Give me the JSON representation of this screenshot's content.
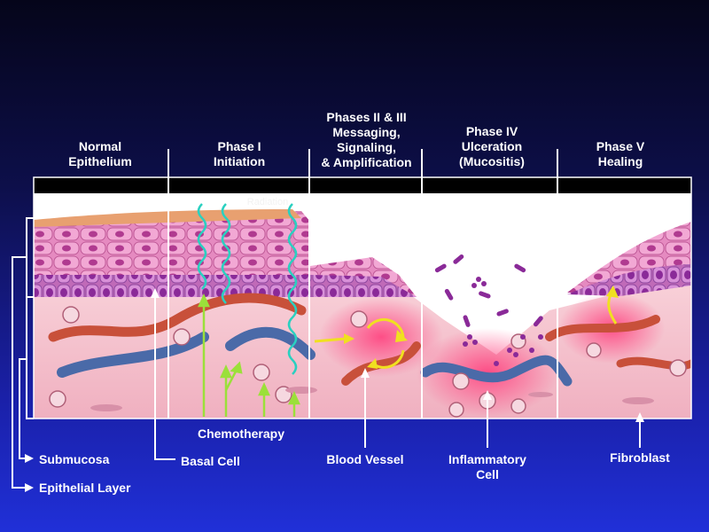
{
  "phases": [
    {
      "line1": "Normal",
      "line2": "Epithelium",
      "line3": ""
    },
    {
      "line1": "Phase I",
      "line2": "Initiation",
      "line3": ""
    },
    {
      "line1": "Phases  II & III",
      "line2": "Messaging,",
      "line3": "Signaling,",
      "line4": "& Amplification"
    },
    {
      "line1": "Phase IV",
      "line2": "Ulceration",
      "line3": "(Mucositis)"
    },
    {
      "line1": "Phase V",
      "line2": "Healing",
      "line3": ""
    }
  ],
  "labels": {
    "chemotherapy": "Chemotherapy",
    "submucosa": "Submucosa",
    "epithelial_layer": "Epithelial Layer",
    "basal_cell": "Basal Cell",
    "blood_vessel": "Blood Vessel",
    "inflammatory_cell_line1": "Inflammatory",
    "inflammatory_cell_line2": "Cell",
    "fibroblast": "Fibroblast",
    "radiation_faint": "Radiation"
  },
  "colors": {
    "background_top": "#05051a",
    "background_bottom": "#2030d8",
    "epithelium": "#e07ab8",
    "submucosa": "#f4c0c8",
    "vessel_red": "#c8503a",
    "vessel_blue": "#4a6aa8",
    "chemo_arrow": "#9be03a",
    "radiation_wave": "#2ad0c0",
    "signal_arrow": "#f0e020"
  }
}
